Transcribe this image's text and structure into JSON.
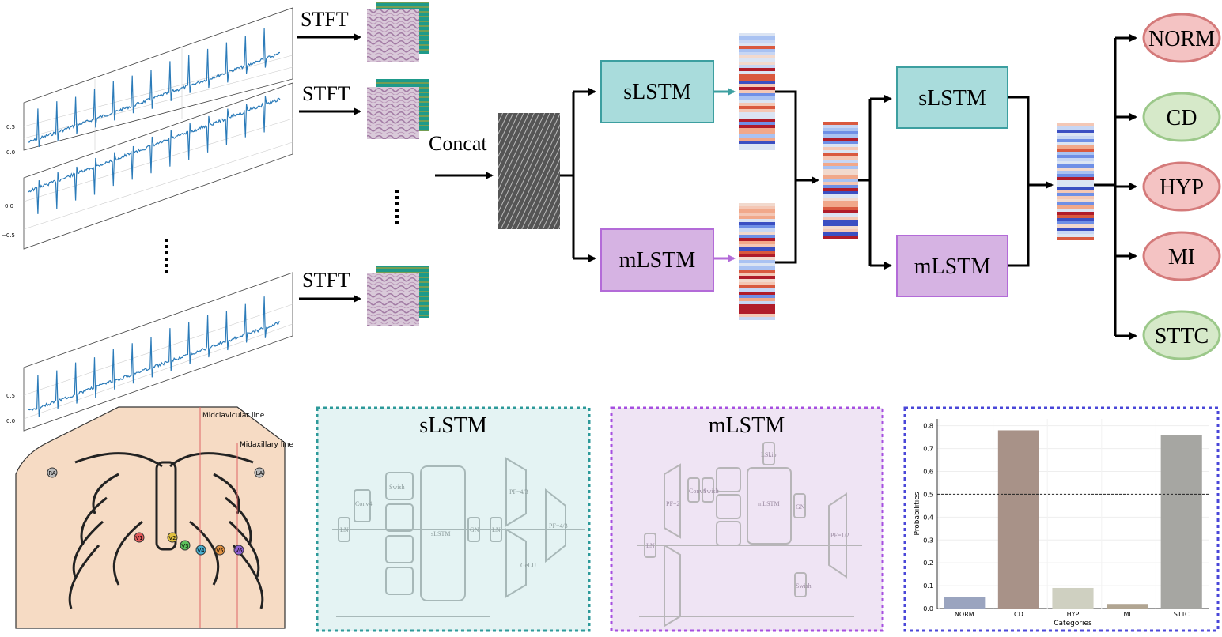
{
  "stft_label": "STFT",
  "concat_label": "Concat",
  "blocks": {
    "slstm_1": "sLSTM",
    "mlstm_1": "mLSTM",
    "slstm_2": "sLSTM",
    "mlstm_2": "mLSTM"
  },
  "classes": [
    "NORM",
    "CD",
    "HYP",
    "MI",
    "STTC"
  ],
  "ecg_axis": {
    "trace1_ticks": [
      "0.5",
      "0.0"
    ],
    "trace2_ticks": [
      "0.0",
      "−0.5"
    ],
    "trace3_ticks": [
      "0.5",
      "0.0"
    ]
  },
  "anatomy": {
    "midclavicular": "Midclavicular line",
    "midaxillary": "Midaxillary line",
    "electrodes": [
      "RA",
      "LA",
      "V1",
      "V2",
      "V3",
      "V4",
      "V5",
      "V6"
    ]
  },
  "panels": {
    "slstm_title": "sLSTM",
    "mlstm_title": "mLSTM",
    "slstm_parts": [
      "LN",
      "Conv4",
      "Swish",
      "sLSTM",
      "GN",
      "LN",
      "PF=4/3",
      "GeLU",
      "PF=4/3"
    ],
    "mlstm_parts": [
      "LN",
      "PF=2",
      "Conv4",
      "Swish",
      "mLSTM",
      "LSkip",
      "GN",
      "Swish",
      "PF=1/2"
    ]
  },
  "colors": {
    "slstm_fill": "#a9dcdc",
    "slstm_stroke": "#3c9fa0",
    "mlstm_fill": "#d6b3e3",
    "mlstm_stroke": "#b36bd8",
    "class_red_fill": "#f4c3c3",
    "class_red_stroke": "#d47a7a",
    "class_green_fill": "#d6e9c9",
    "class_green_stroke": "#9cc88a",
    "panel_s_bg": "#e4f3f3",
    "panel_s_border": "#2d9a9a",
    "panel_m_bg": "#efe4f4",
    "panel_m_border": "#a64fe0",
    "panel_p_border": "#4a47d8"
  },
  "chart_data": {
    "type": "bar",
    "categories": [
      "NORM",
      "CD",
      "HYP",
      "MI",
      "STTC"
    ],
    "values": [
      0.05,
      0.78,
      0.09,
      0.02,
      0.76
    ],
    "colors": [
      "#9aa4bf",
      "#a89288",
      "#cfd0c1",
      "#b1a592",
      "#a6a6a2"
    ],
    "xlabel": "Categories",
    "ylabel": "Probabilities",
    "ylim": [
      0,
      0.83
    ],
    "yticks": [
      "0.0",
      "0.1",
      "0.2",
      "0.3",
      "0.4",
      "0.5",
      "0.6",
      "0.7",
      "0.8"
    ],
    "threshold": 0.5,
    "grid": true
  }
}
